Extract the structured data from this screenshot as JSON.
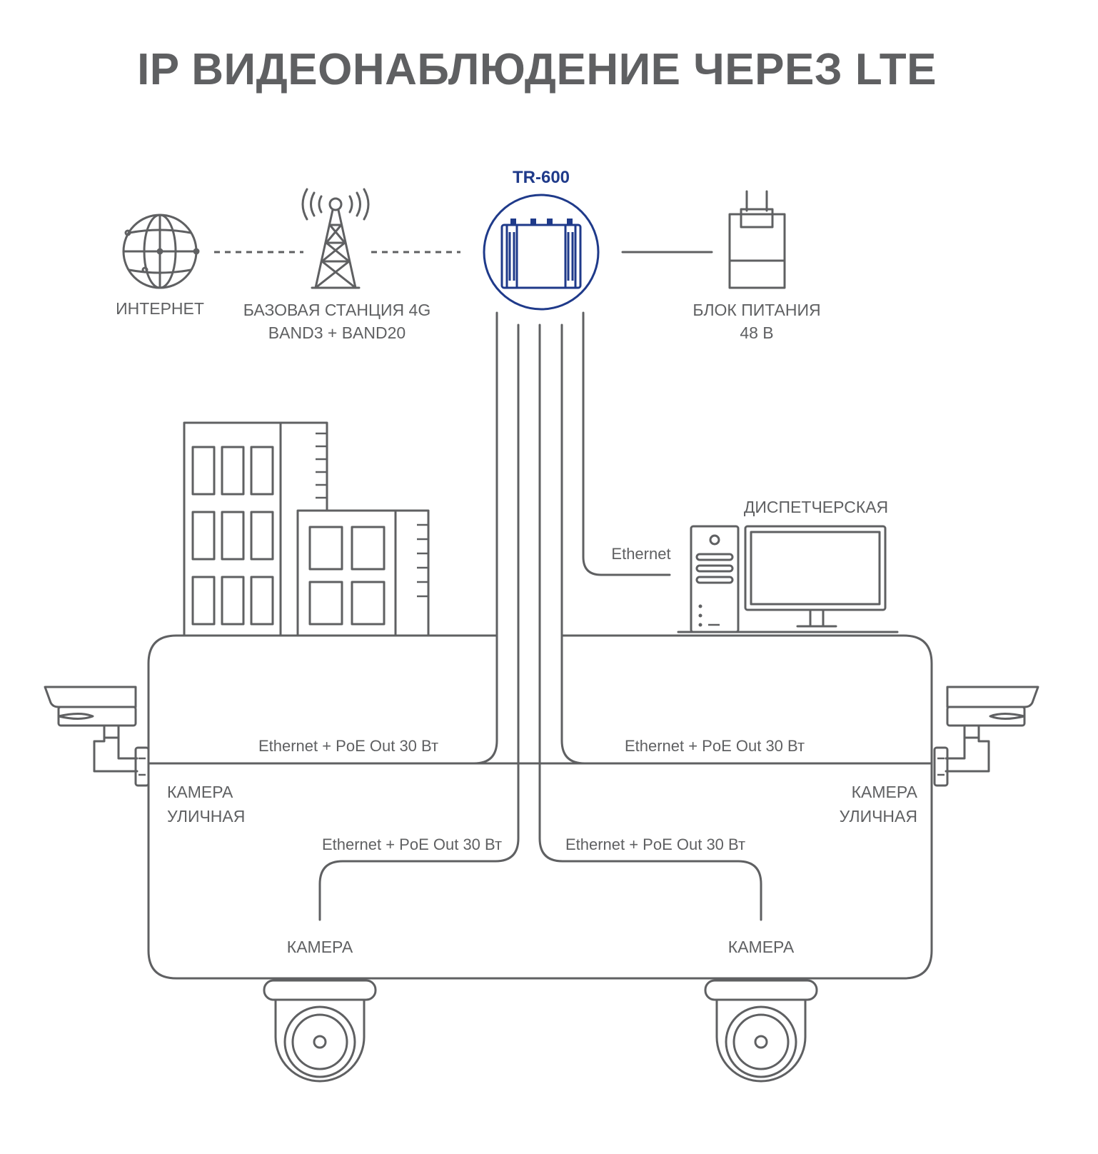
{
  "title": "IP ВИДЕОНАБЛЮДЕНИЕ ЧЕРЕЗ LTE",
  "router": {
    "name": "TR-600",
    "color": "#1f3a8a"
  },
  "nodes": {
    "internet": "ИНТЕРНЕТ",
    "base_station_line1": "БАЗОВАЯ СТАНЦИЯ 4G",
    "base_station_line2": "BAND3 + BAND20",
    "power_line1": "БЛОК ПИТАНИЯ",
    "power_line2": "48 В",
    "control_room": "ДИСПЕТЧЕРСКАЯ",
    "camera_left_line1": "КАМЕРА",
    "camera_left_line2": "УЛИЧНАЯ",
    "camera_right_line1": "КАМЕРА",
    "camera_right_line2": "УЛИЧНАЯ",
    "camera_bottom_left": "КАМЕРА",
    "camera_bottom_right": "КАМЕРА"
  },
  "links": {
    "ethernet": "Ethernet",
    "poe_top_left": "Ethernet + PoE Out 30 Вт",
    "poe_top_right": "Ethernet + PoE Out 30 Вт",
    "poe_bottom_left": "Ethernet + PoE Out 30 Вт",
    "poe_bottom_right": "Ethernet + PoE Out 30 Вт"
  },
  "colors": {
    "line": "#5f6062",
    "accent": "#1f3a8a",
    "background": "#ffffff"
  }
}
